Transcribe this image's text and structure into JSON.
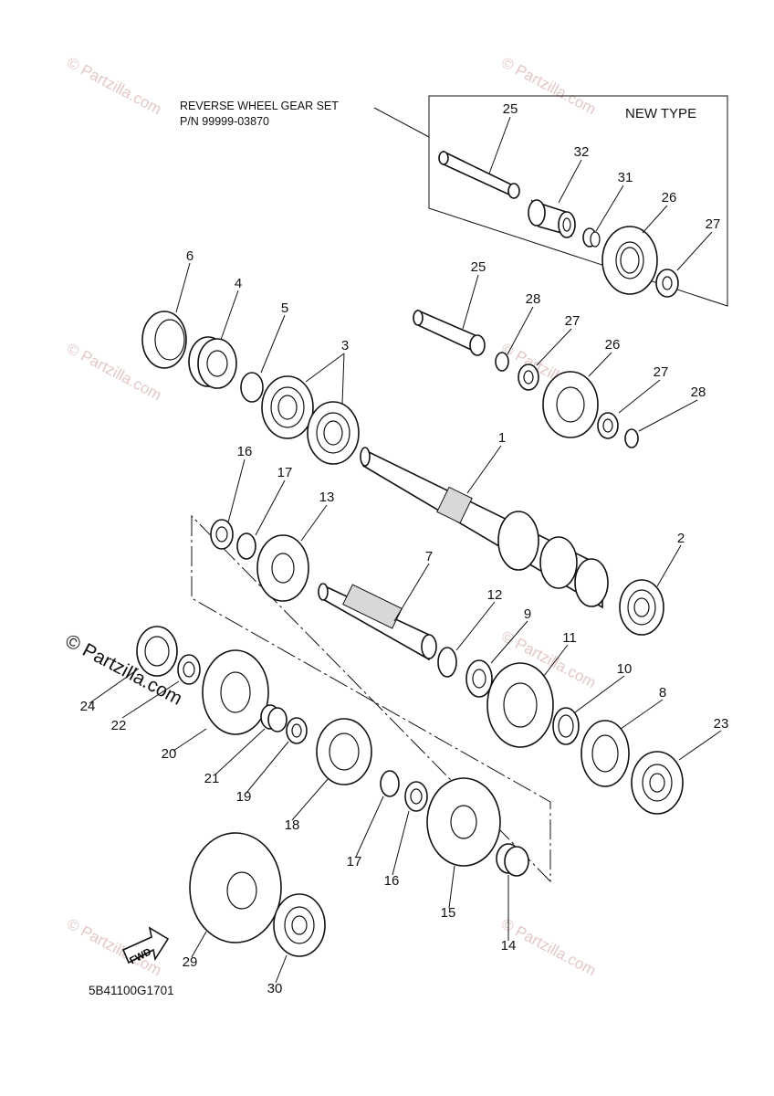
{
  "reverse_set": {
    "title": "REVERSE WHEEL GEAR SET",
    "pn": "P/N 99999-03870",
    "badge": "NEW TYPE"
  },
  "diagram_code": "5B41100G1701",
  "fwd_label": "FWD",
  "watermark_text": "© Partzilla.com",
  "callouts": {
    "c25a": "25",
    "c32": "32",
    "c31": "31",
    "c26a": "26",
    "c27a": "27",
    "c6": "6",
    "c4": "4",
    "c5": "5",
    "c3": "3",
    "c25b": "25",
    "c28a": "28",
    "c27b": "27",
    "c26b": "26",
    "c27c": "27",
    "c28b": "28",
    "c1": "1",
    "c16a": "16",
    "c17a": "17",
    "c13": "13",
    "c2": "2",
    "c7": "7",
    "c12": "12",
    "c9": "9",
    "c11": "11",
    "c10": "10",
    "c8": "8",
    "c23": "23",
    "c24": "24",
    "c22": "22",
    "c20": "20",
    "c21": "21",
    "c19": "19",
    "c18": "18",
    "c17b": "17",
    "c16b": "16",
    "c15": "15",
    "c14": "14",
    "c29": "29",
    "c30": "30"
  }
}
